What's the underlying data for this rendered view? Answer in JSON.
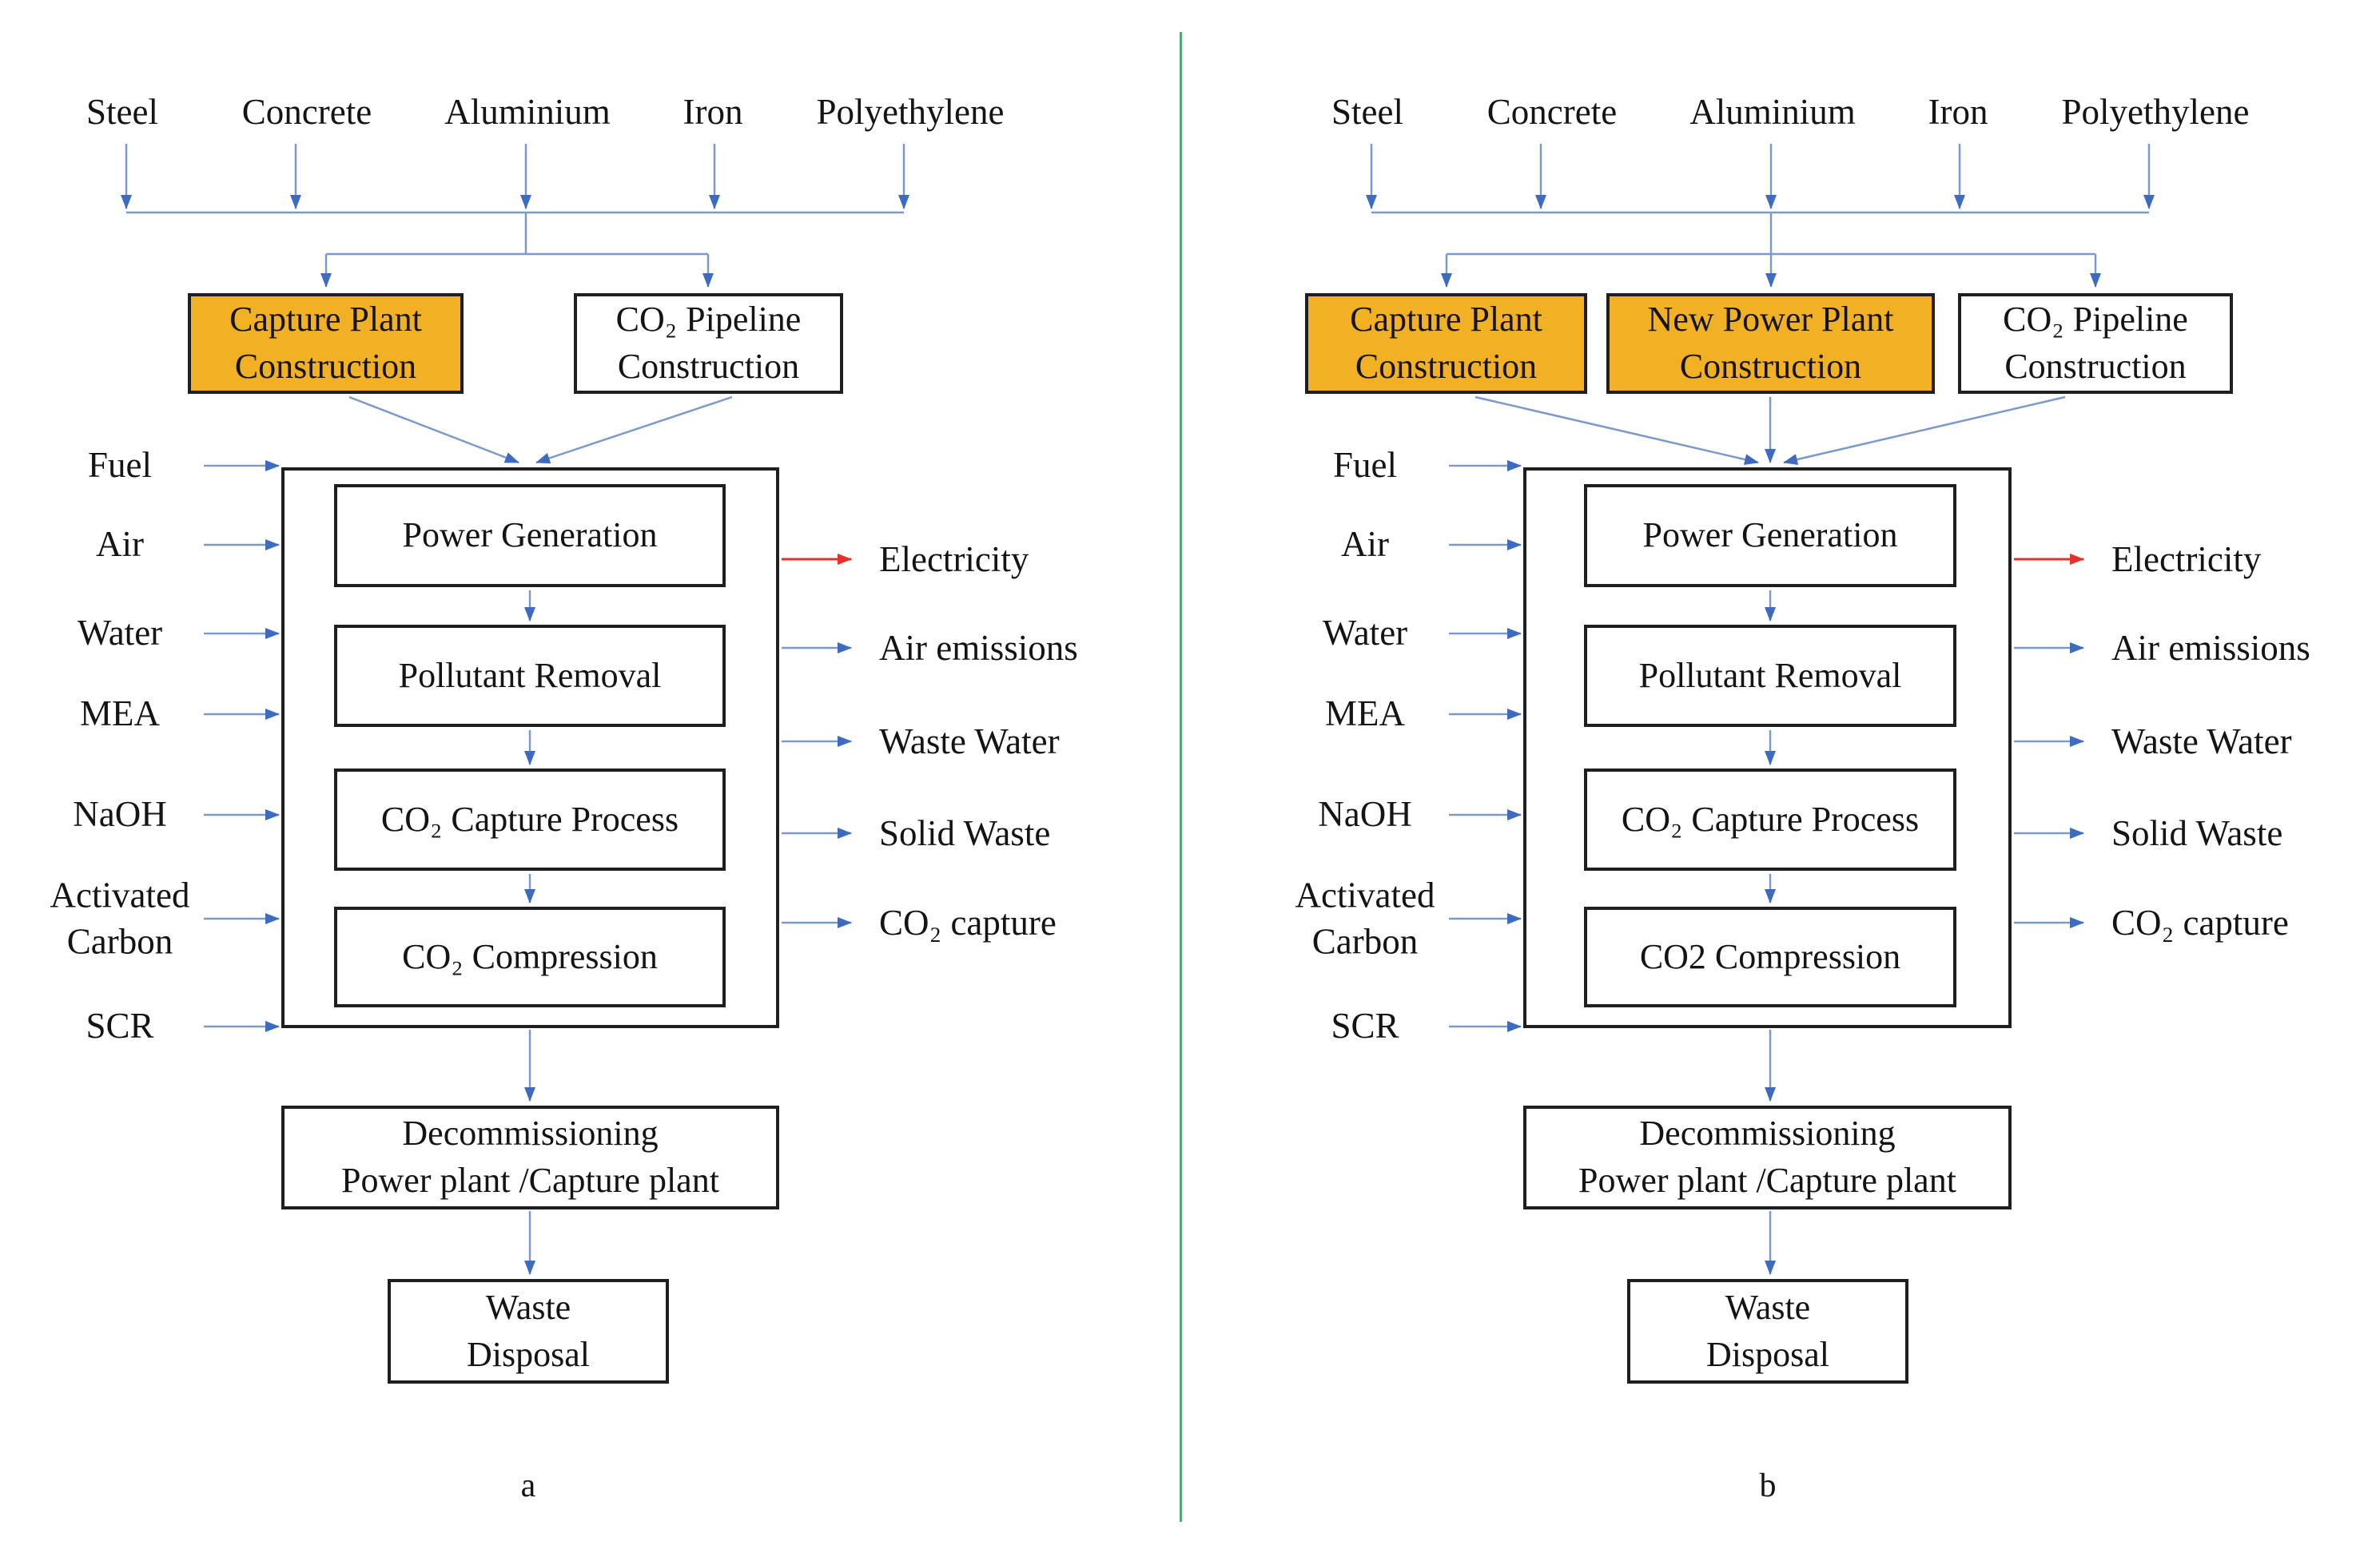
{
  "figure": {
    "description_colors": {
      "highlight_box_fill": "#F2B125",
      "box_border": "#1f1f1f",
      "connector_line_blue": "#7C99CC",
      "arrowhead_blue": "#3D6BBF",
      "electricity_red": "#E53228",
      "divider_green": "#4FA878"
    }
  },
  "panels": {
    "a": {
      "caption": "a",
      "materials": [
        "Steel",
        "Concrete",
        "Aluminium",
        "Iron",
        "Polyethylene"
      ],
      "construction": [
        {
          "line1": "Capture Plant",
          "line2": "Construction",
          "highlighted": true
        },
        {
          "line1": "CO₂ Pipeline",
          "line2": "Construction",
          "highlighted": false
        }
      ],
      "inputs": [
        "Fuel",
        "Air",
        "Water",
        "MEA",
        "NaOH",
        "Activated Carbon",
        "SCR"
      ],
      "processes": [
        "Power Generation",
        "Pollutant Removal",
        "CO₂ Capture Process",
        "CO₂ Compression"
      ],
      "outputs": [
        "Electricity",
        "Air emissions",
        "Waste Water",
        "Solid Waste",
        "CO₂ capture"
      ],
      "decommissioning": {
        "line1": "Decommissioning",
        "line2": "Power plant /Capture plant"
      },
      "waste": {
        "line1": "Waste",
        "line2": "Disposal"
      }
    },
    "b": {
      "caption": "b",
      "materials": [
        "Steel",
        "Concrete",
        "Aluminium",
        "Iron",
        "Polyethylene"
      ],
      "construction": [
        {
          "line1": "Capture Plant",
          "line2": "Construction",
          "highlighted": true
        },
        {
          "line1": "New Power Plant",
          "line2": "Construction",
          "highlighted": true
        },
        {
          "line1": "CO₂ Pipeline",
          "line2": "Construction",
          "highlighted": false
        }
      ],
      "inputs": [
        "Fuel",
        "Air",
        "Water",
        "MEA",
        "NaOH",
        "Activated Carbon",
        "SCR"
      ],
      "processes": [
        "Power Generation",
        "Pollutant Removal",
        "CO₂ Capture Process",
        "CO2 Compression"
      ],
      "outputs": [
        "Electricity",
        "Air emissions",
        "Waste Water",
        "Solid Waste",
        "CO₂ capture"
      ],
      "decommissioning": {
        "line1": "Decommissioning",
        "line2": "Power plant /Capture plant"
      },
      "waste": {
        "line1": "Waste",
        "line2": "Disposal"
      }
    }
  }
}
